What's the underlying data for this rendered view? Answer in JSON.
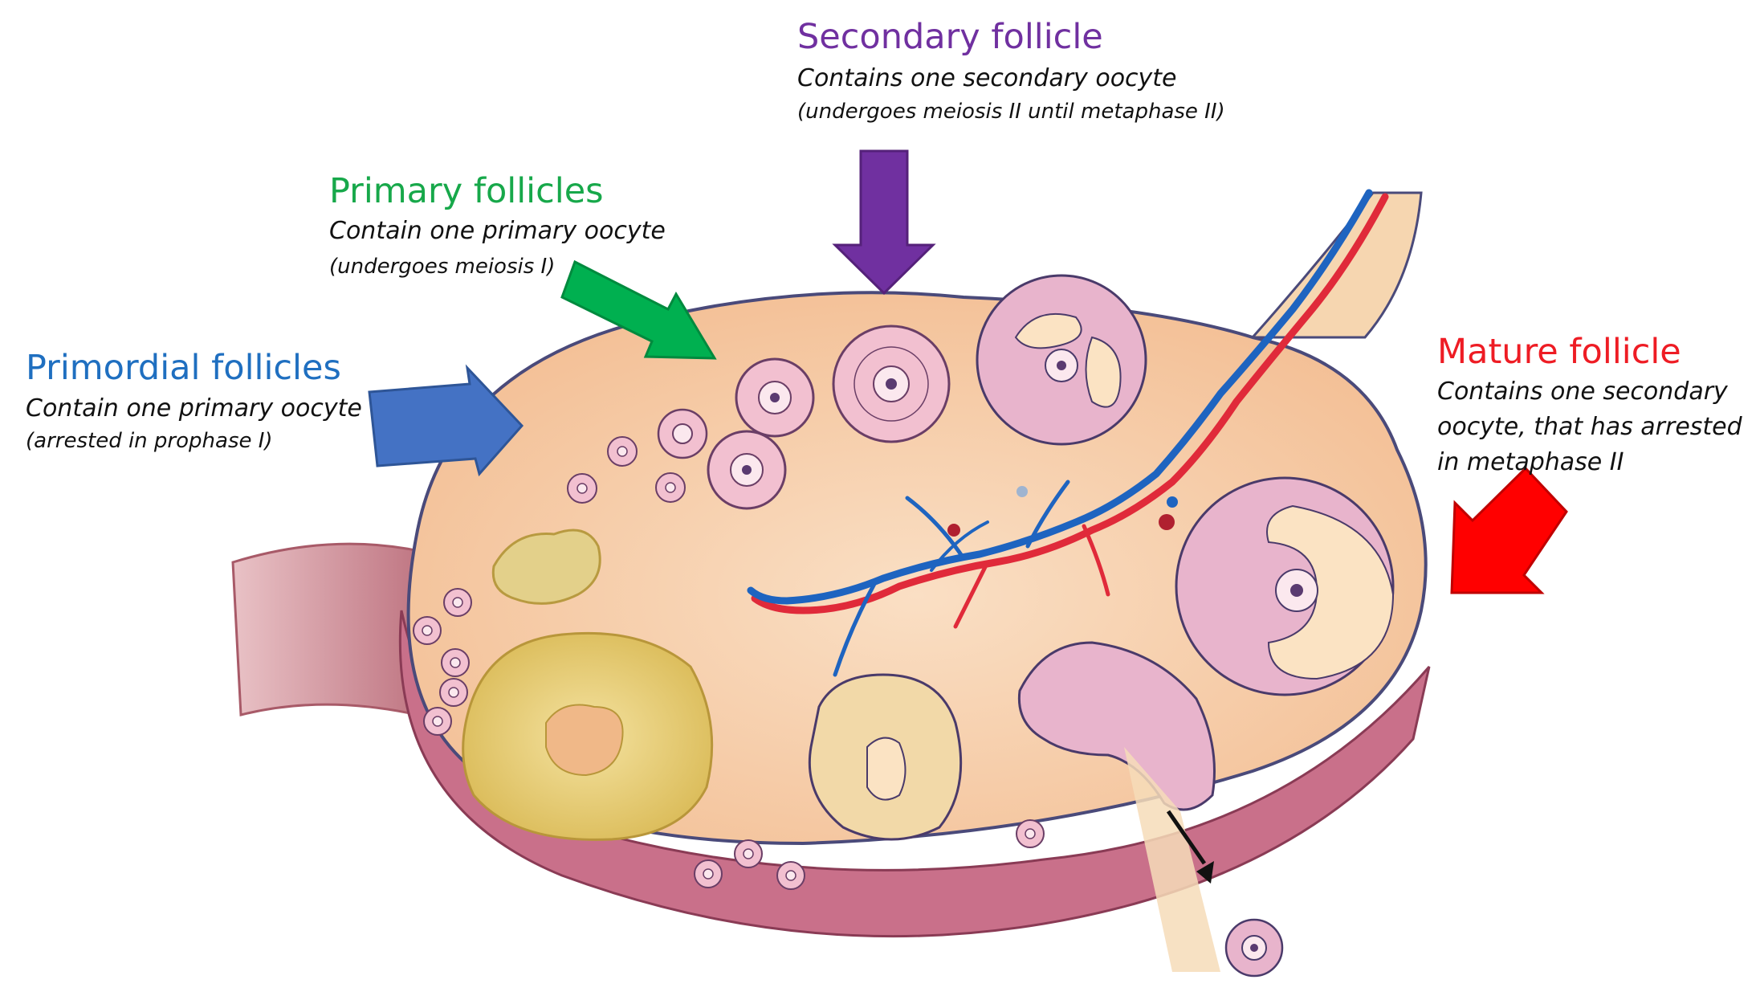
{
  "colors": {
    "primordial": "#1f6fc0",
    "primary": "#17a84a",
    "secondary": "#7030a0",
    "mature": "#ee1c24",
    "arrow_primordial": "#4472c4",
    "arrow_primary": "#00b050",
    "arrow_secondary": "#7030a0",
    "arrow_mature": "#ff0000",
    "tissue": "#f8cfa8",
    "capsule": "#4a4a7a",
    "follicle_cells": "#e8b4cc",
    "antrum": "#fbe3c3",
    "corpus": "#e8d27a",
    "vein": "#1e64c0",
    "artery": "#e02a3a"
  },
  "labels": {
    "primordial": {
      "title": "Primordial follicles",
      "line1": "Contain one primary oocyte",
      "line2": "(arrested in prophase I)"
    },
    "primary": {
      "title": "Primary follicles",
      "line1": "Contain one primary oocyte",
      "line2": "(undergoes meiosis I)"
    },
    "secondary": {
      "title": "Secondary follicle",
      "line1": "Contains one secondary oocyte",
      "line2": "(undergoes meiosis II until metaphase II)"
    },
    "mature": {
      "title": "Mature follicle",
      "line1": "Contains one secondary",
      "line2": "oocyte, that has arrested",
      "line3": "in metaphase II"
    }
  }
}
